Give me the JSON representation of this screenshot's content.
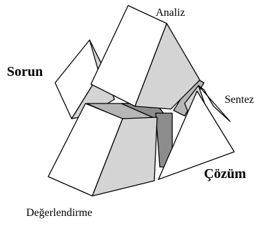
{
  "labels": {
    "analiz": "Analiz",
    "sorun": "Sorun",
    "sentez": "Sentez",
    "cozum": "Çözüm",
    "degerlendirme": "Değerlendirme"
  },
  "colors": {
    "background": "#ffffff",
    "outline": "#000000",
    "light_face": "#d4d4d4",
    "mid_face": "#b6b6b6",
    "dark_face": "#8c8c8c"
  }
}
